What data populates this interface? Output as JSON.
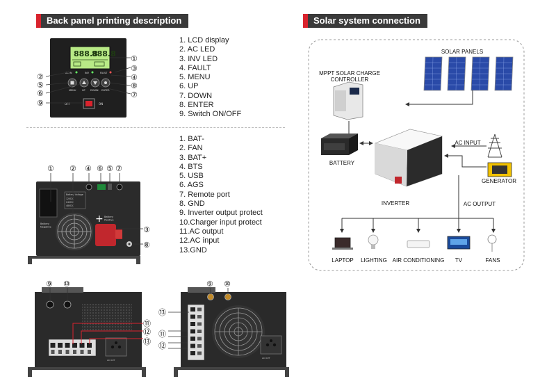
{
  "sections": {
    "back_panel_title": "Back panel printing description",
    "solar_title": "Solar system connection"
  },
  "front_panel_list": [
    "1.  LCD display",
    "2.  AC LED",
    "3.  INV LED",
    "4.  FAULT",
    "5.  MENU",
    "6.  UP",
    "7.  DOWN",
    "8.  ENTER",
    "9.  Switch ON/OFF"
  ],
  "back_panel_list": [
    "1.  BAT-",
    "2.  FAN",
    "3.  BAT+",
    "4.  BTS",
    "5.  USB",
    "6.  AGS",
    "7.  Remote port",
    "8.  GND",
    "9.  Inverter output protect",
    "10.Charger input protect",
    "11.AC output",
    "12.AC input",
    "13.GND"
  ],
  "callouts": {
    "n1": "①",
    "n2": "②",
    "n3": "③",
    "n4": "④",
    "n5": "⑤",
    "n6": "⑥",
    "n7": "⑦",
    "n8": "⑧",
    "n9": "⑨",
    "n10": "⑩",
    "n11": "⑪",
    "n12": "⑫",
    "n13": "⑬"
  },
  "panel_text": {
    "lcd_value": "888.8",
    "ac_label": "AC IN",
    "inv_label": "INV",
    "fault_label": "FAULT",
    "menu": "MENU",
    "up": "UP",
    "down": "DOWN",
    "enter": "ENTER",
    "off": "OFF",
    "on": "ON",
    "battery_neg": "Battery\nNegative",
    "battery_pos": "Battery\nPositive",
    "plus_sign": "+",
    "voltage_table": [
      "Battery Voltage",
      "12VDC",
      "24VDC",
      "48VDC"
    ],
    "ac_out_tag": "AC OUT"
  },
  "solar": {
    "solar_panels": "SOLAR PANELS",
    "controller": "MPPT SOLAR CHARGE\nCONTROLLER",
    "battery": "BATTERY",
    "inverter": "INVERTER",
    "ac_input": "AC INPUT",
    "ac_output": "AC OUTPUT",
    "generator": "GENERATOR",
    "loads": [
      "LAPTOP",
      "LIGHTING",
      "AIR CONDITIONING",
      "TV",
      "FANS"
    ]
  },
  "colors": {
    "accent": "#d9232d",
    "header_bg": "#3a3a3a",
    "lcd": "#b8e986",
    "device": "#2b2b2b"
  }
}
